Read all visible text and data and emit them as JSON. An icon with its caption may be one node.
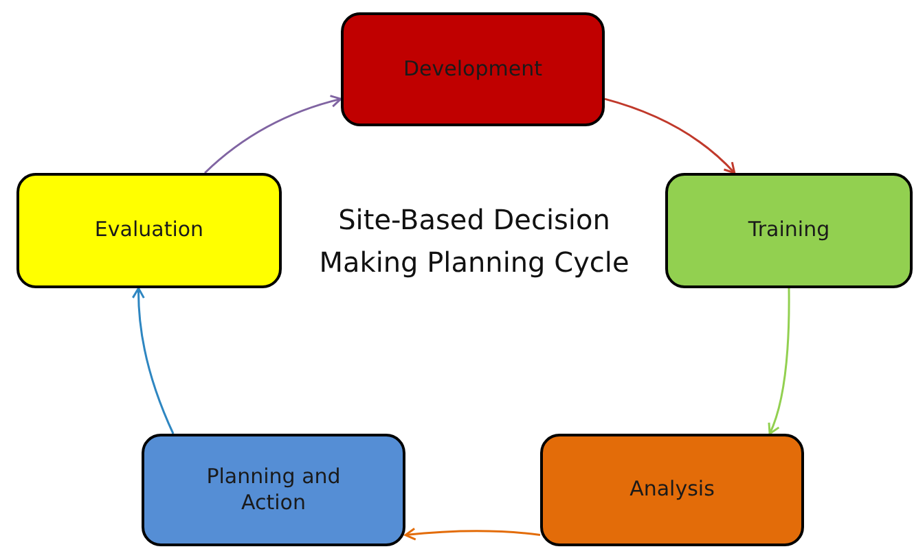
{
  "diagram": {
    "title": "Site-Based Decision Making Planning Cycle",
    "nodes": [
      {
        "text": [
          "Development"
        ]
      },
      {
        "text": [
          "Evaluation"
        ]
      },
      {
        "text": [
          "Training"
        ]
      },
      {
        "text": [
          "Planning and Action"
        ]
      },
      {
        "text": [
          "Analysis"
        ]
      }
    ],
    "edges": [
      {
        "from": 0,
        "to": 2,
        "arrow": "to",
        "color": "#c0392b"
      },
      {
        "from": 2,
        "to": 4,
        "arrow": "to",
        "color": "#92d050"
      },
      {
        "from": 4,
        "to": 3,
        "arrow": "to",
        "color": "#e36c09"
      },
      {
        "from": 3,
        "to": 1,
        "arrow": "to",
        "color": "#2e86c1"
      },
      {
        "from": 1,
        "to": 0,
        "arrow": "to",
        "color": "#8064a2"
      }
    ]
  }
}
